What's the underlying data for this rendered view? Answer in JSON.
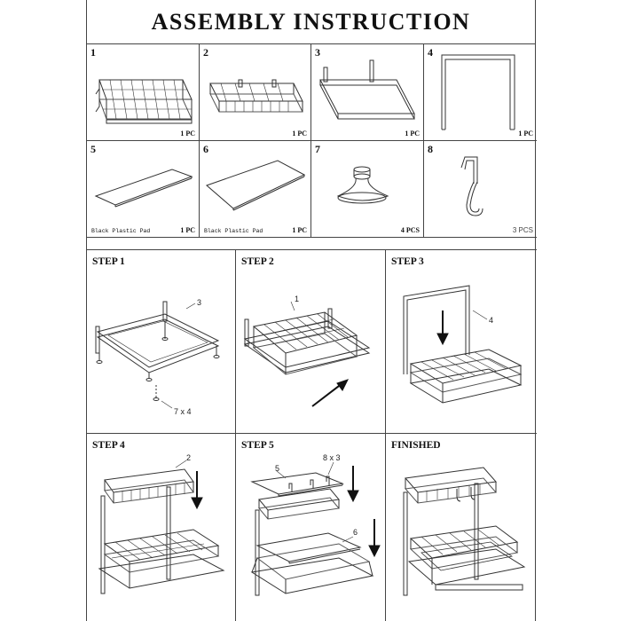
{
  "title": "ASSEMBLY INSTRUCTION",
  "parts": [
    {
      "number": "1",
      "qty": "1 PC",
      "caption": ""
    },
    {
      "number": "2",
      "qty": "1 PC",
      "caption": ""
    },
    {
      "number": "3",
      "qty": "1 PC",
      "caption": ""
    },
    {
      "number": "4",
      "qty": "1 PC",
      "caption": ""
    },
    {
      "number": "5",
      "qty": "1 PC",
      "caption": "Black Plastic Pad"
    },
    {
      "number": "6",
      "qty": "1 PC",
      "caption": "Black Plastic Pad"
    },
    {
      "number": "7",
      "qty": "4 PCS",
      "caption": ""
    },
    {
      "number": "8",
      "qty": "3 PCS",
      "caption": ""
    }
  ],
  "steps": [
    {
      "title": "STEP 1",
      "callouts": [
        "3",
        "7 x 4"
      ]
    },
    {
      "title": "STEP 2",
      "callouts": [
        "1"
      ]
    },
    {
      "title": "STEP 3",
      "callouts": [
        "4"
      ]
    },
    {
      "title": "STEP 4",
      "callouts": [
        "2"
      ]
    },
    {
      "title": "STEP 5",
      "callouts": [
        "5",
        "8 x 3",
        "6"
      ]
    },
    {
      "title": "FINISHED",
      "callouts": []
    }
  ]
}
